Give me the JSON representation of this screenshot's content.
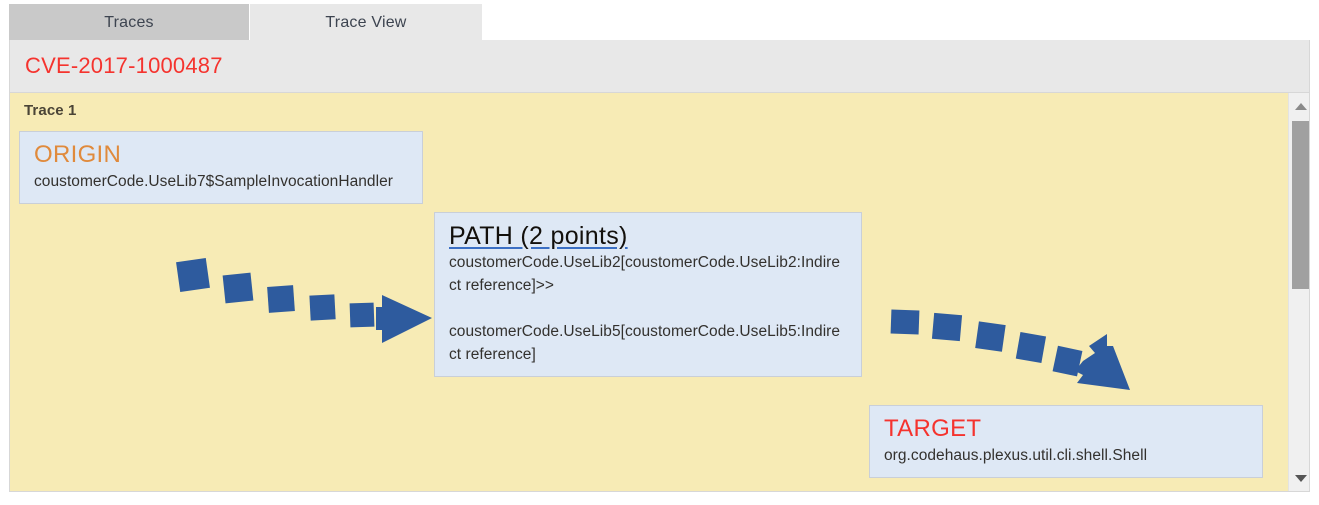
{
  "tabs": [
    {
      "label": "Traces",
      "active": false
    },
    {
      "label": "Trace View",
      "active": true
    }
  ],
  "header": {
    "cve_id": "CVE-2017-1000487",
    "cve_color": "#f5332e",
    "background": "#e8e8e8"
  },
  "canvas": {
    "background": "#f7ebb5",
    "trace_label": "Trace 1"
  },
  "nodes": {
    "origin": {
      "title": "ORIGIN",
      "title_color": "#e08a3c",
      "body": "coustomerCode.UseLib7$SampleInvocationHandler"
    },
    "path": {
      "title": "PATH (2 points)",
      "title_color": "#13100c",
      "underline_color": "#3b6fc4",
      "points": [
        "coustomerCode.UseLib2[coustomerCode.UseLib2:Indirect reference]>>",
        "coustomerCode.UseLib5[coustomerCode.UseLib5:Indirect reference]"
      ]
    },
    "target": {
      "title": "TARGET",
      "title_color": "#f5332e",
      "body": "org.codehaus.plexus.util.cli.shell.Shell"
    }
  },
  "arrows": {
    "color": "#2e5b9e",
    "origin_to_path": "dashed-arrow-right-down",
    "path_to_target": "dashed-arrow-right-down-steep"
  },
  "scrollbar": {
    "up_icon": "triangle-up-icon",
    "down_icon": "triangle-down-icon",
    "thumb_color": "#a0a0a0",
    "track_color": "#f0f0f0"
  },
  "node_fill": "#dee8f5"
}
